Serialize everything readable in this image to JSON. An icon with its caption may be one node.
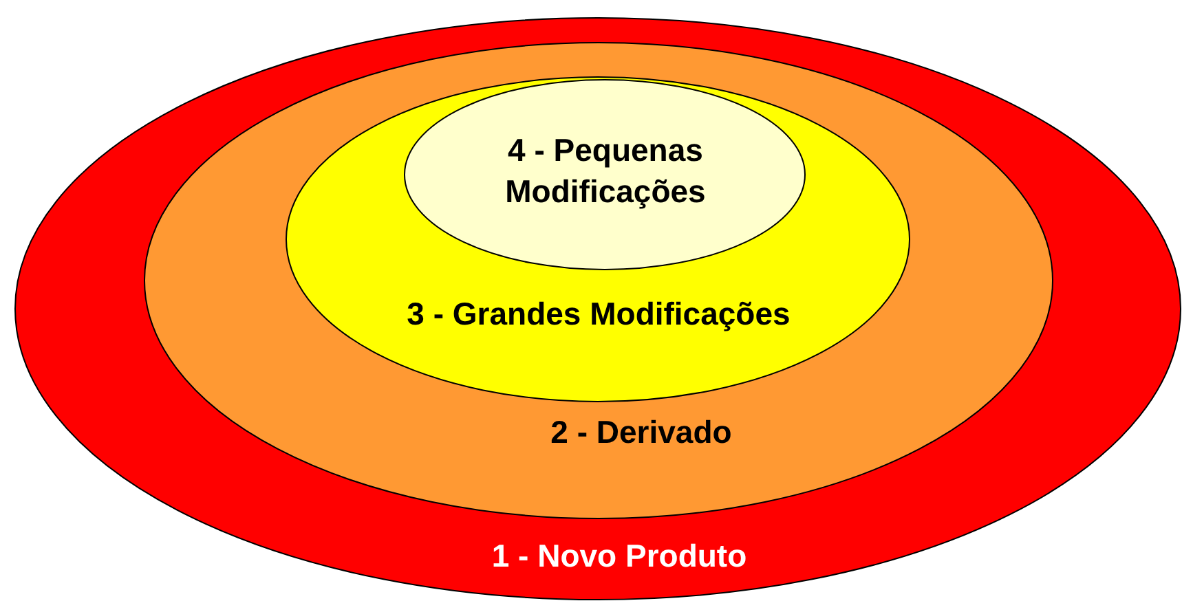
{
  "diagram": {
    "nodes": [
      {
        "text": [
          "1 - Novo Produto"
        ]
      },
      {
        "text": [
          "2 - Derivado"
        ],
        "in": 0
      },
      {
        "text": [
          "3 - Grandes Modificações"
        ],
        "in": 1
      },
      {
        "text": [
          "4 - Pequenas Modificações"
        ],
        "in": 2
      }
    ]
  }
}
